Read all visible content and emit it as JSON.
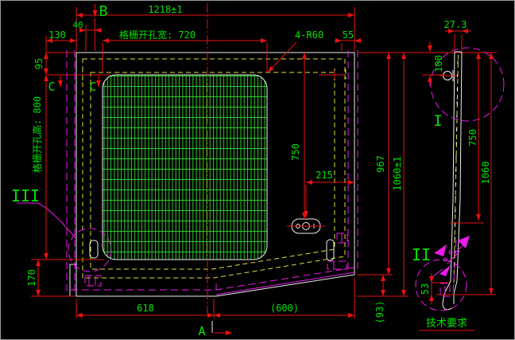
{
  "drawing": {
    "section_labels": {
      "a": "A",
      "b": "B",
      "c_left": "C",
      "c_right": "C"
    },
    "detail_labels": {
      "i": "I",
      "ii": "II",
      "iii": "III"
    },
    "dims": {
      "overall_width": "1218±1",
      "offset_40": "40",
      "offset_130": "130",
      "grid_width": "格栅开孔宽: 720",
      "corner_radius": "4-R60",
      "offset_55": "55",
      "top_95": "95",
      "grid_height": "格栅开孔高: 800",
      "bottom_170": "170",
      "bottom_618": "618",
      "bottom_600": "(600)",
      "right_93": "(93)",
      "right_967": "967",
      "right_1060": "1060±1",
      "mid_750": "750",
      "mid_215": "215",
      "side_width": "27.3",
      "side_100": "100",
      "side_750": "750",
      "side_1060": "1060",
      "side_53": "53"
    },
    "notes": {
      "tech_req": "技术要求"
    },
    "colors": {
      "background": "#000000",
      "outline": "#f0f0f0",
      "dimension": "#e81212",
      "text": "#00e000",
      "hidden_line": "#dede3a",
      "center_line": "#ea1cea",
      "hatch": "#2fc82f"
    }
  }
}
